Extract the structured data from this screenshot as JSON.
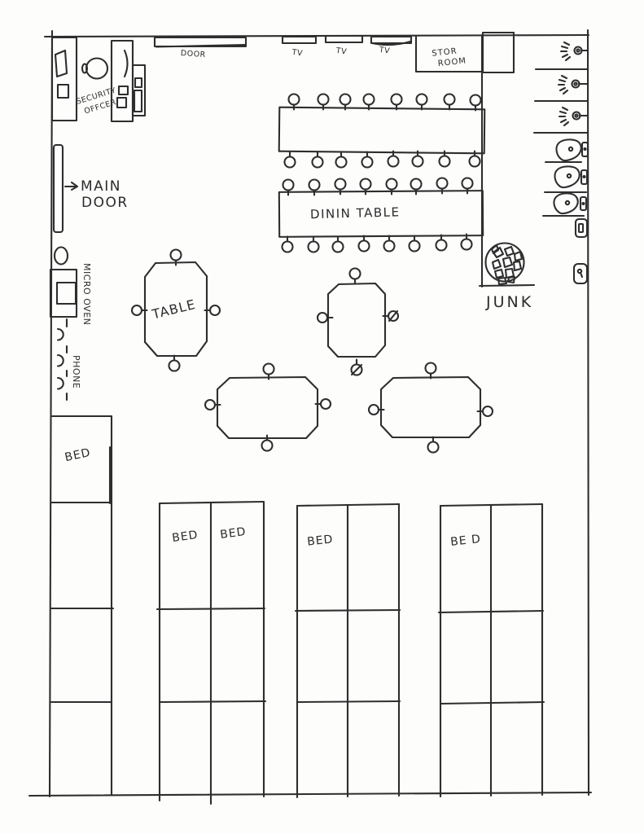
{
  "colors": {
    "ink": "#2e2e2e",
    "paper": "#fdfdfc",
    "bed_line": "#3d3d3d"
  },
  "labels": {
    "top_door": "DOOR",
    "tv": [
      "TV",
      "TV",
      "TV"
    ],
    "stor_room": {
      "line1": "STOR",
      "line2": "ROOM"
    },
    "security_office": {
      "line1": "SECURITY",
      "line2": "OFFCER"
    },
    "main_door": {
      "line1": "MAIN",
      "line2": "DOOR"
    },
    "junk": "JUNK",
    "dining_table": "DININ TABLE",
    "small_table": "TABLE",
    "micro_oven": "MICRO OVEN",
    "phone": "PHONE",
    "beds": {
      "left_column": "BED",
      "group2_left": "BED",
      "group2_right": "BED",
      "group3": "BED",
      "group4": "BE D"
    }
  },
  "icons": {
    "shower_head": "circle-with-spray",
    "toilet": "bowl-with-tank",
    "phone_handset": "reversed-c-hook",
    "junk_bin": "circle-with-rubble",
    "tv_set": "wall-bracket-rect",
    "storage_block": "crosshatched-square",
    "microwave": "box-with-inner-door",
    "chair": "small-circle-with-stem"
  }
}
